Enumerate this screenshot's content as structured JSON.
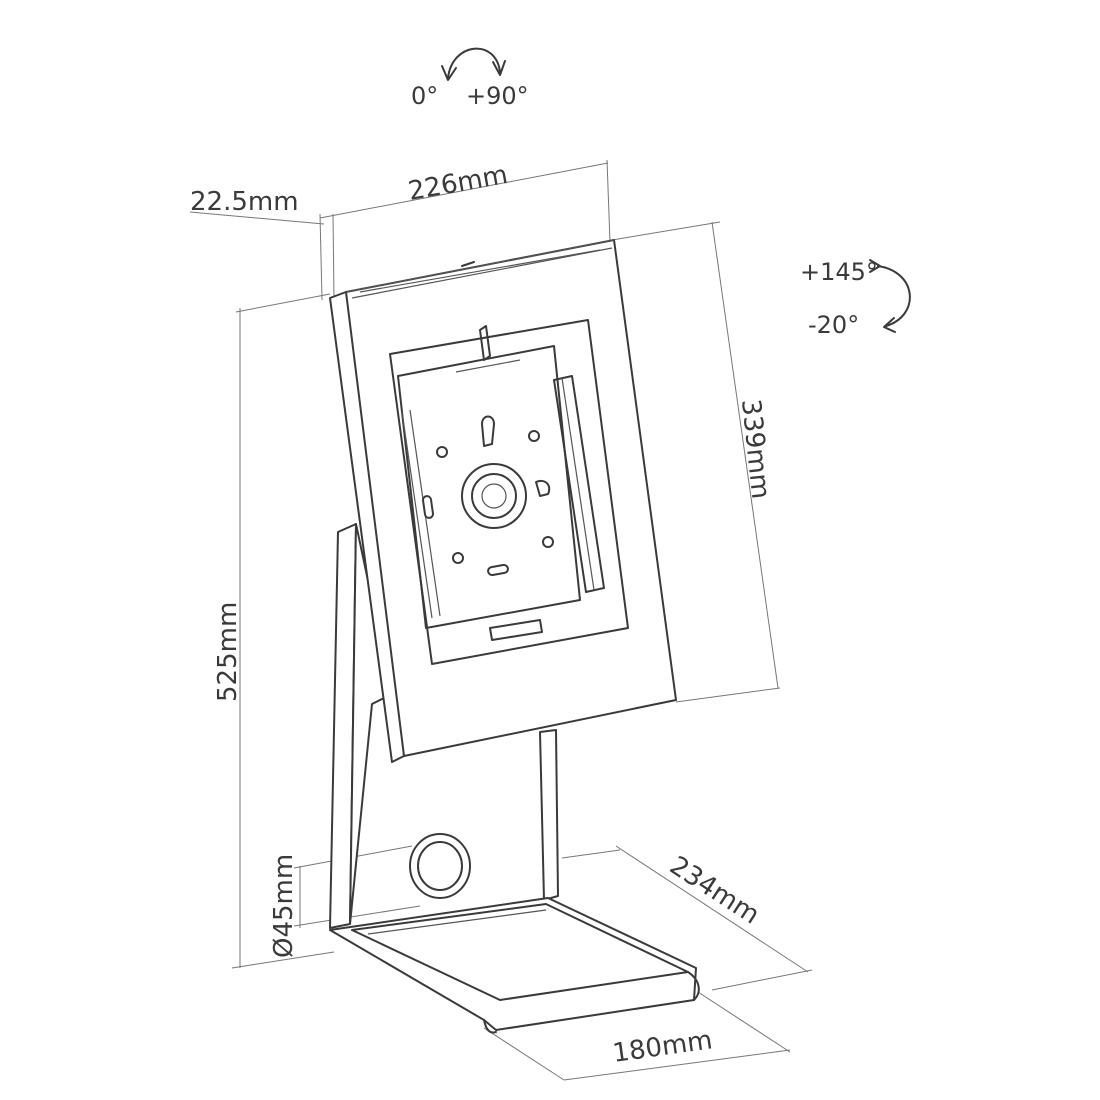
{
  "rotation_top": {
    "left": "0°",
    "right": "+90°"
  },
  "tilt": {
    "up": "+145°",
    "down": "-20°"
  },
  "dimensions": {
    "depth_frame": "22.5mm",
    "width_frame": "226mm",
    "height_frame": "339mm",
    "total_height": "525mm",
    "cable_hole": "Ø45mm",
    "base_depth": "234mm",
    "base_width": "180mm"
  },
  "colors": {
    "line": "#3a3a3a",
    "background": "#ffffff"
  }
}
